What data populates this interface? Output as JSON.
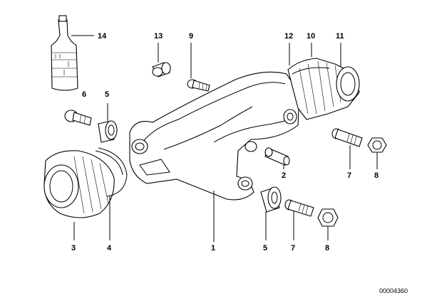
{
  "diagram": {
    "callouts": [
      {
        "id": "c14",
        "label": "14"
      },
      {
        "id": "c13",
        "label": "13"
      },
      {
        "id": "c9",
        "label": "9"
      },
      {
        "id": "c12",
        "label": "12"
      },
      {
        "id": "c10",
        "label": "10"
      },
      {
        "id": "c11",
        "label": "11"
      },
      {
        "id": "c6",
        "label": "6"
      },
      {
        "id": "c5a",
        "label": "5"
      },
      {
        "id": "c2",
        "label": "2"
      },
      {
        "id": "c7a",
        "label": "7"
      },
      {
        "id": "c8a",
        "label": "8"
      },
      {
        "id": "c3",
        "label": "3"
      },
      {
        "id": "c4",
        "label": "4"
      },
      {
        "id": "c1",
        "label": "1"
      },
      {
        "id": "c5b",
        "label": "5"
      },
      {
        "id": "c7b",
        "label": "7"
      },
      {
        "id": "c8b",
        "label": "8"
      }
    ],
    "document_number": "00004360"
  }
}
